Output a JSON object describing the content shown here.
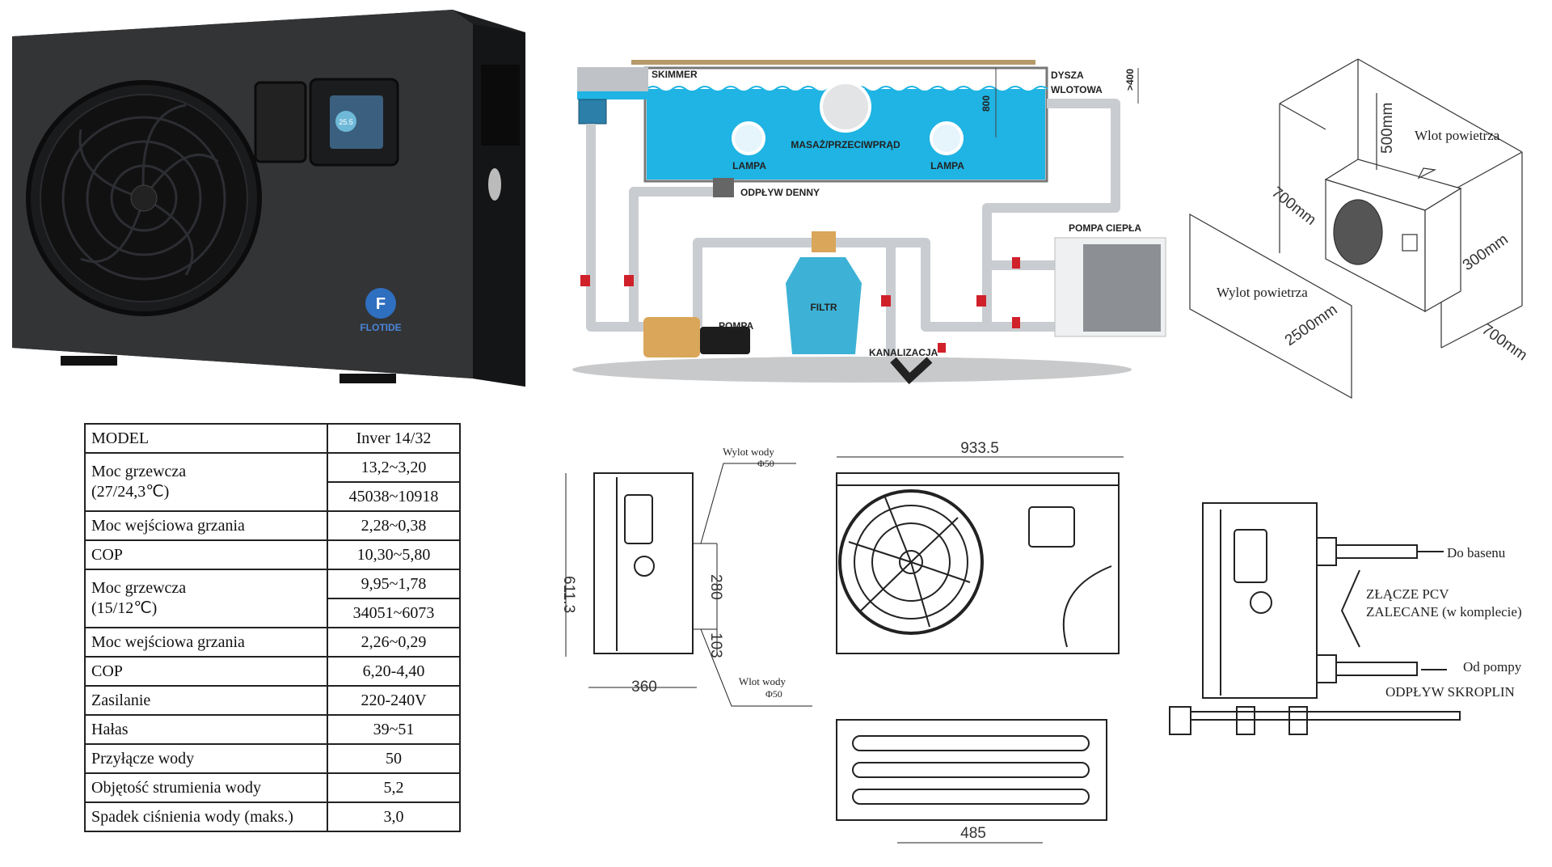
{
  "product_photo": {
    "brand_logo": "FLOTIDE",
    "display_reading": "25.5"
  },
  "pool_diagram": {
    "skimmer": "SKIMMER",
    "inlet_nozzle_line1": "DYSZA",
    "inlet_nozzle_line2": "WLOTOWA",
    "height_400": ">400",
    "depth_800": "800",
    "lamp_left": "LAMPA",
    "lamp_right": "LAMPA",
    "massage": "MASAŻ/PRZECIWPRĄD",
    "bottom_drain": "ODPŁYW DENNY",
    "heat_pump": "POMPA CIEPŁA",
    "filter": "FILTR",
    "pump": "POMPA",
    "sewer": "KANALIZACJA"
  },
  "clearance_diagram": {
    "air_inlet": "Wlot powietrza",
    "air_outlet": "Wylot powietrza",
    "top_clearance": "500mm",
    "left_clearance": "700mm",
    "side_clearance": "300mm",
    "right_clearance": "700mm",
    "front_clearance": "2500mm"
  },
  "spec_table": {
    "rows": [
      {
        "label": "MODEL",
        "value": "Inver 14/32"
      },
      {
        "label": "Moc grzewcza",
        "label2": "(27/24,3℃)",
        "value": "13,2~3,20",
        "value2": "45038~10918"
      },
      {
        "label": "Moc wejściowa grzania",
        "value": "2,28~0,38"
      },
      {
        "label": "COP",
        "value": "10,30~5,80"
      },
      {
        "label": "Moc grzewcza",
        "label2": "(15/12℃)",
        "value": "9,95~1,78",
        "value2": "34051~6073"
      },
      {
        "label": "Moc wejściowa grzania",
        "value": "2,26~0,29"
      },
      {
        "label": "COP",
        "value": "6,20-4,40"
      },
      {
        "label": "Zasilanie",
        "value": "220-240V"
      },
      {
        "label": "Hałas",
        "value": "39~51"
      },
      {
        "label": "Przyłącze wody",
        "value": "50"
      },
      {
        "label": "Objętość strumienia wody",
        "value": "5,2"
      },
      {
        "label": "Spadek ciśnienia wody (maks.)",
        "value": "3,0"
      }
    ]
  },
  "dimension_drawings": {
    "water_outlet": "Wylot wody",
    "water_outlet_dia": "Φ50",
    "water_inlet": "Wlot wody",
    "water_inlet_dia": "Φ50",
    "height": "611.3",
    "depth": "360",
    "pipe_spacing": "280",
    "inlet_height": "103",
    "width": "933.5",
    "feet_spacing": "485",
    "to_pool": "Do basenu",
    "pvc_fitting_line1": "ZŁĄCZE PCV",
    "pvc_fitting_line2": "ZALECANE (w komplecie)",
    "from_pump": "Od pompy",
    "condensate_drain": "ODPŁYW SKROPLIN"
  },
  "colors": {
    "water": "#1fb4e3",
    "unit_body": "#2f3032",
    "pipe": "#c9cdd1",
    "valve": "#d0202a"
  }
}
